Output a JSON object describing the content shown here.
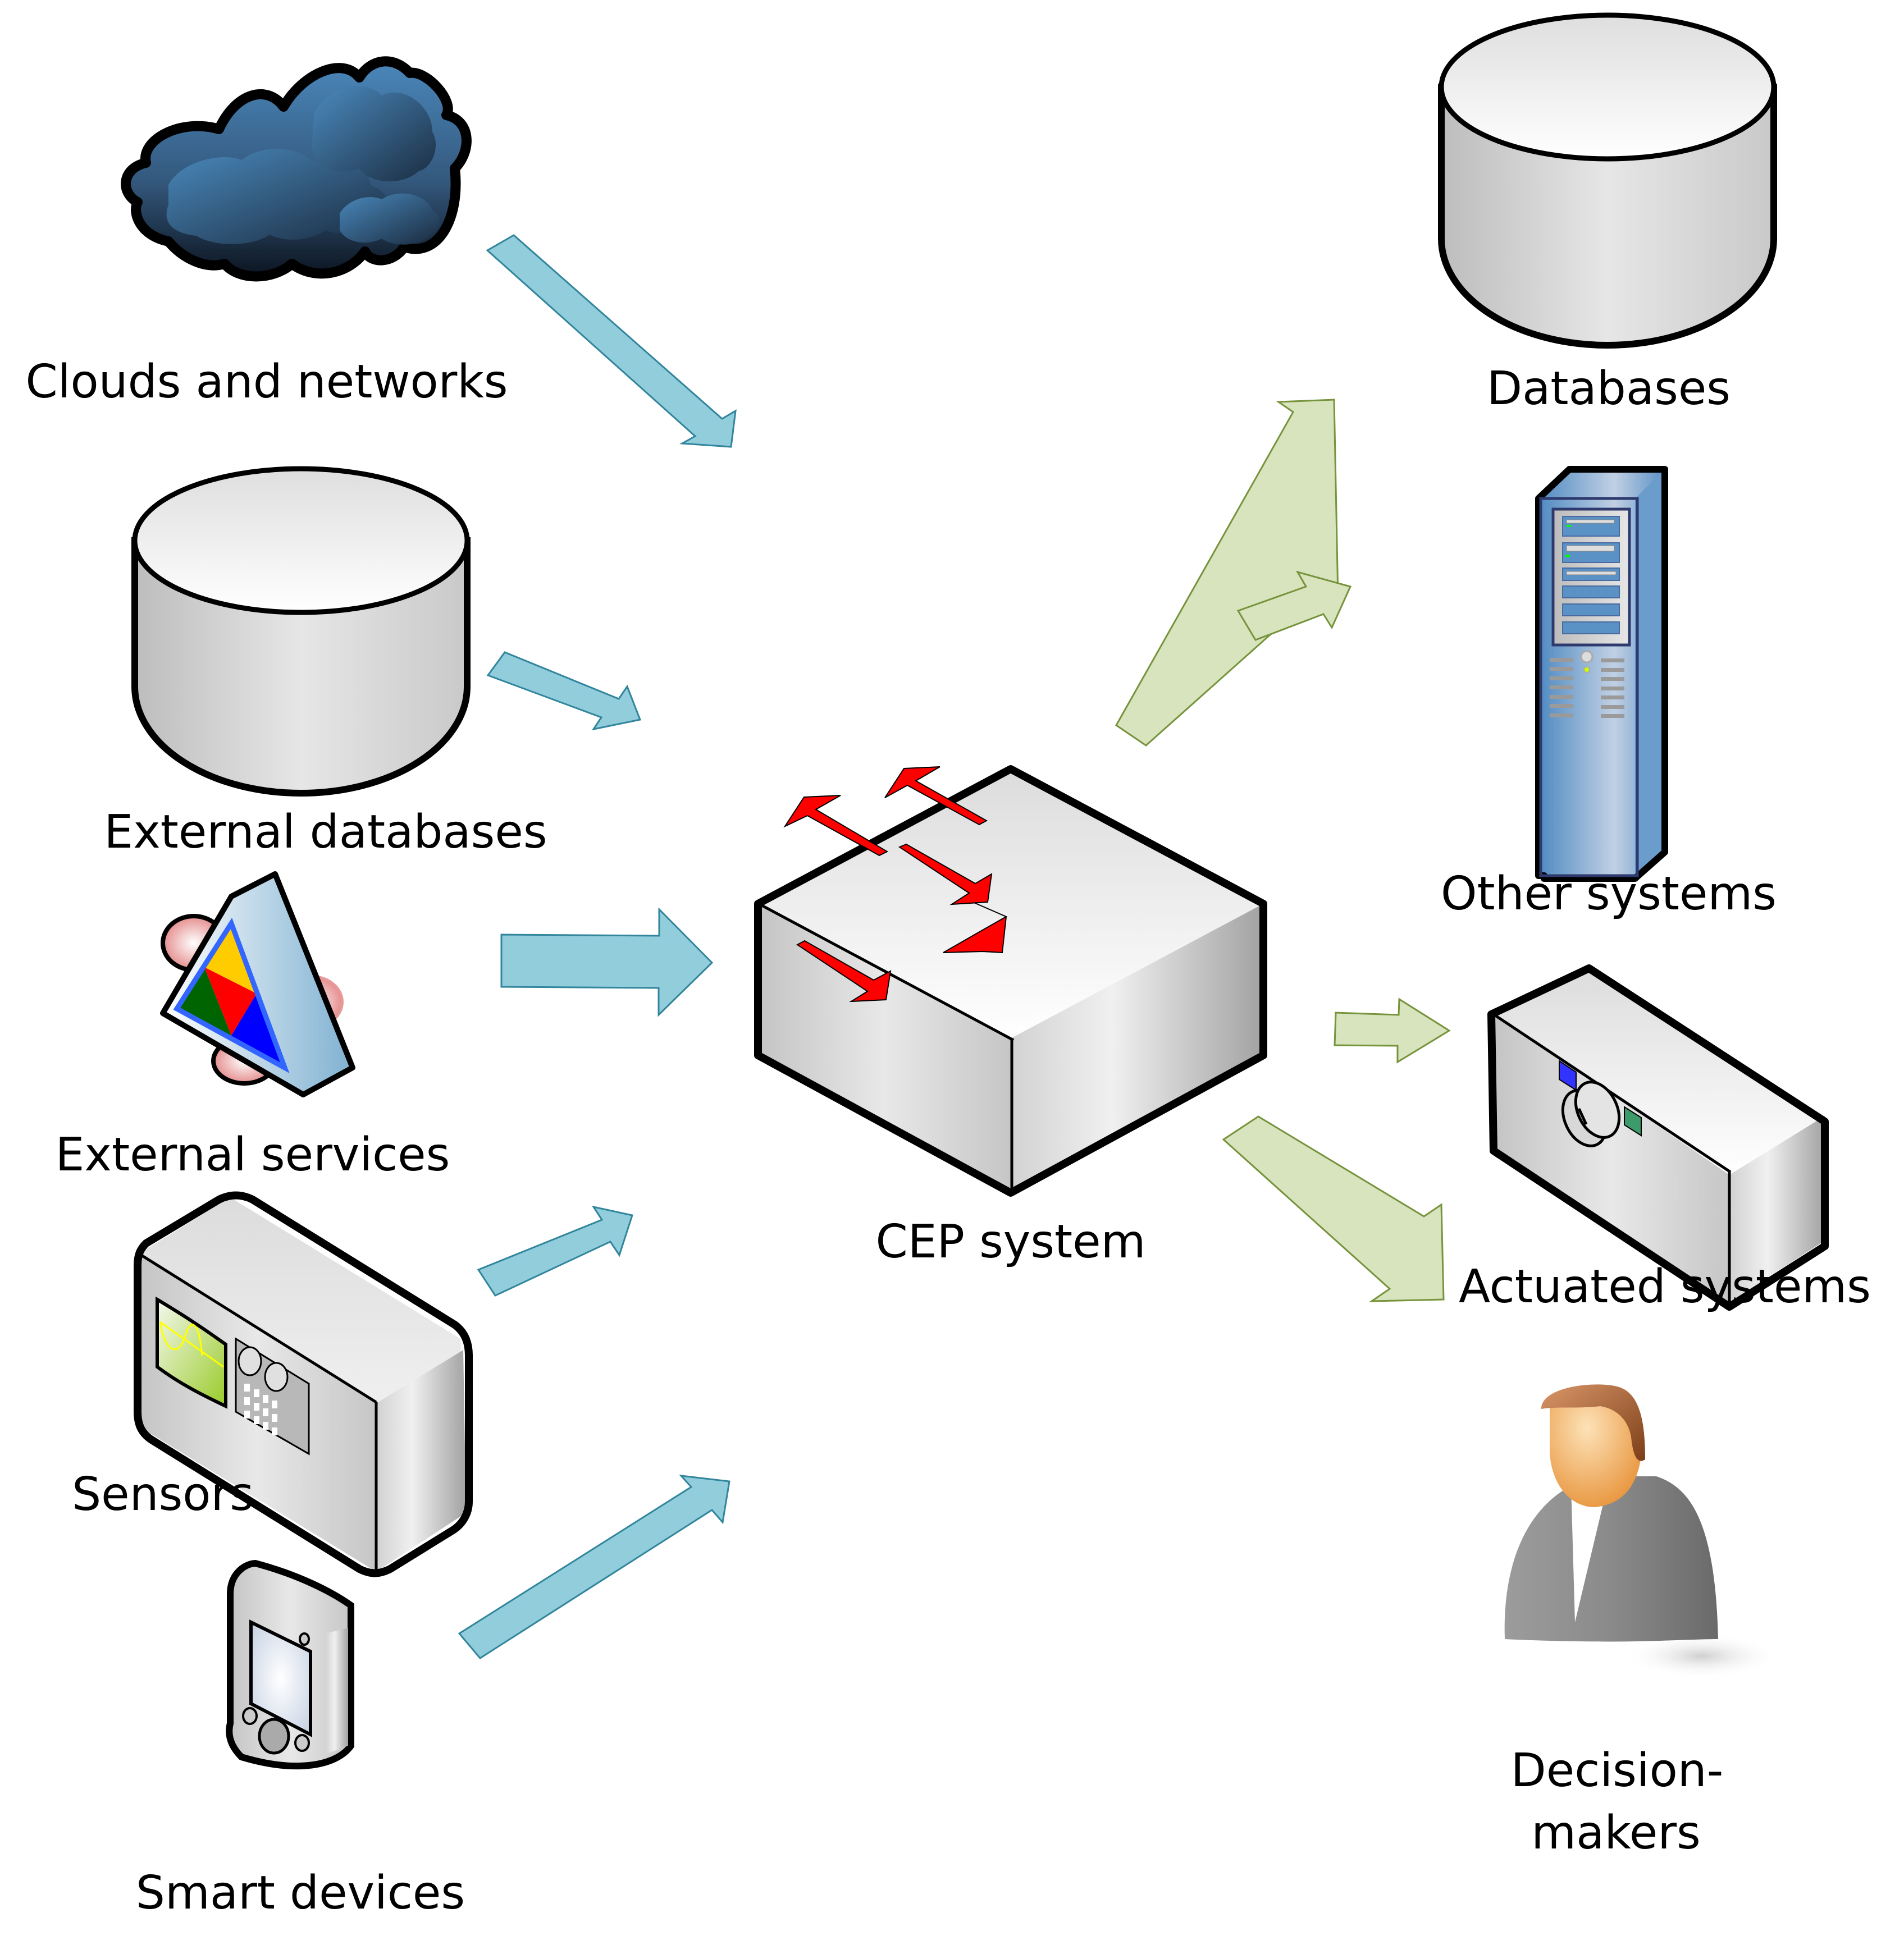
{
  "diagram": {
    "colors": {
      "input_arrow_fill": "#92CDDC",
      "input_arrow_stroke": "#31859C",
      "output_arrow_fill": "#D7E4BD",
      "output_arrow_stroke": "#77933C",
      "cep_arrow": "#FF0000"
    },
    "center": {
      "label": "CEP system",
      "icon": "switch-icon"
    },
    "inputs": [
      {
        "label": "Clouds and networks",
        "icon": "cloud-icon"
      },
      {
        "label": "External databases",
        "icon": "database-icon"
      },
      {
        "label": "External services",
        "icon": "service-component-icon"
      },
      {
        "label": "Sensors",
        "icon": "sensor-device-icon"
      },
      {
        "label": "Smart devices",
        "icon": "pda-icon"
      }
    ],
    "outputs": [
      {
        "label": "Databases",
        "icon": "database-icon"
      },
      {
        "label": "Other systems",
        "icon": "server-tower-icon"
      },
      {
        "label": "Actuated systems",
        "icon": "actuator-box-icon"
      },
      {
        "label_line1": "Decision-",
        "label_line2": "makers",
        "icon": "person-icon"
      }
    ],
    "flows": [
      {
        "from": "Clouds and networks",
        "to": "CEP system"
      },
      {
        "from": "External databases",
        "to": "CEP system"
      },
      {
        "from": "External services",
        "to": "CEP system"
      },
      {
        "from": "Sensors",
        "to": "CEP system"
      },
      {
        "from": "Smart devices",
        "to": "CEP system"
      },
      {
        "from": "CEP system",
        "to": "Databases"
      },
      {
        "from": "CEP system",
        "to": "Other systems"
      },
      {
        "from": "CEP system",
        "to": "Actuated systems"
      },
      {
        "from": "CEP system",
        "to": "Decision-makers"
      }
    ]
  }
}
